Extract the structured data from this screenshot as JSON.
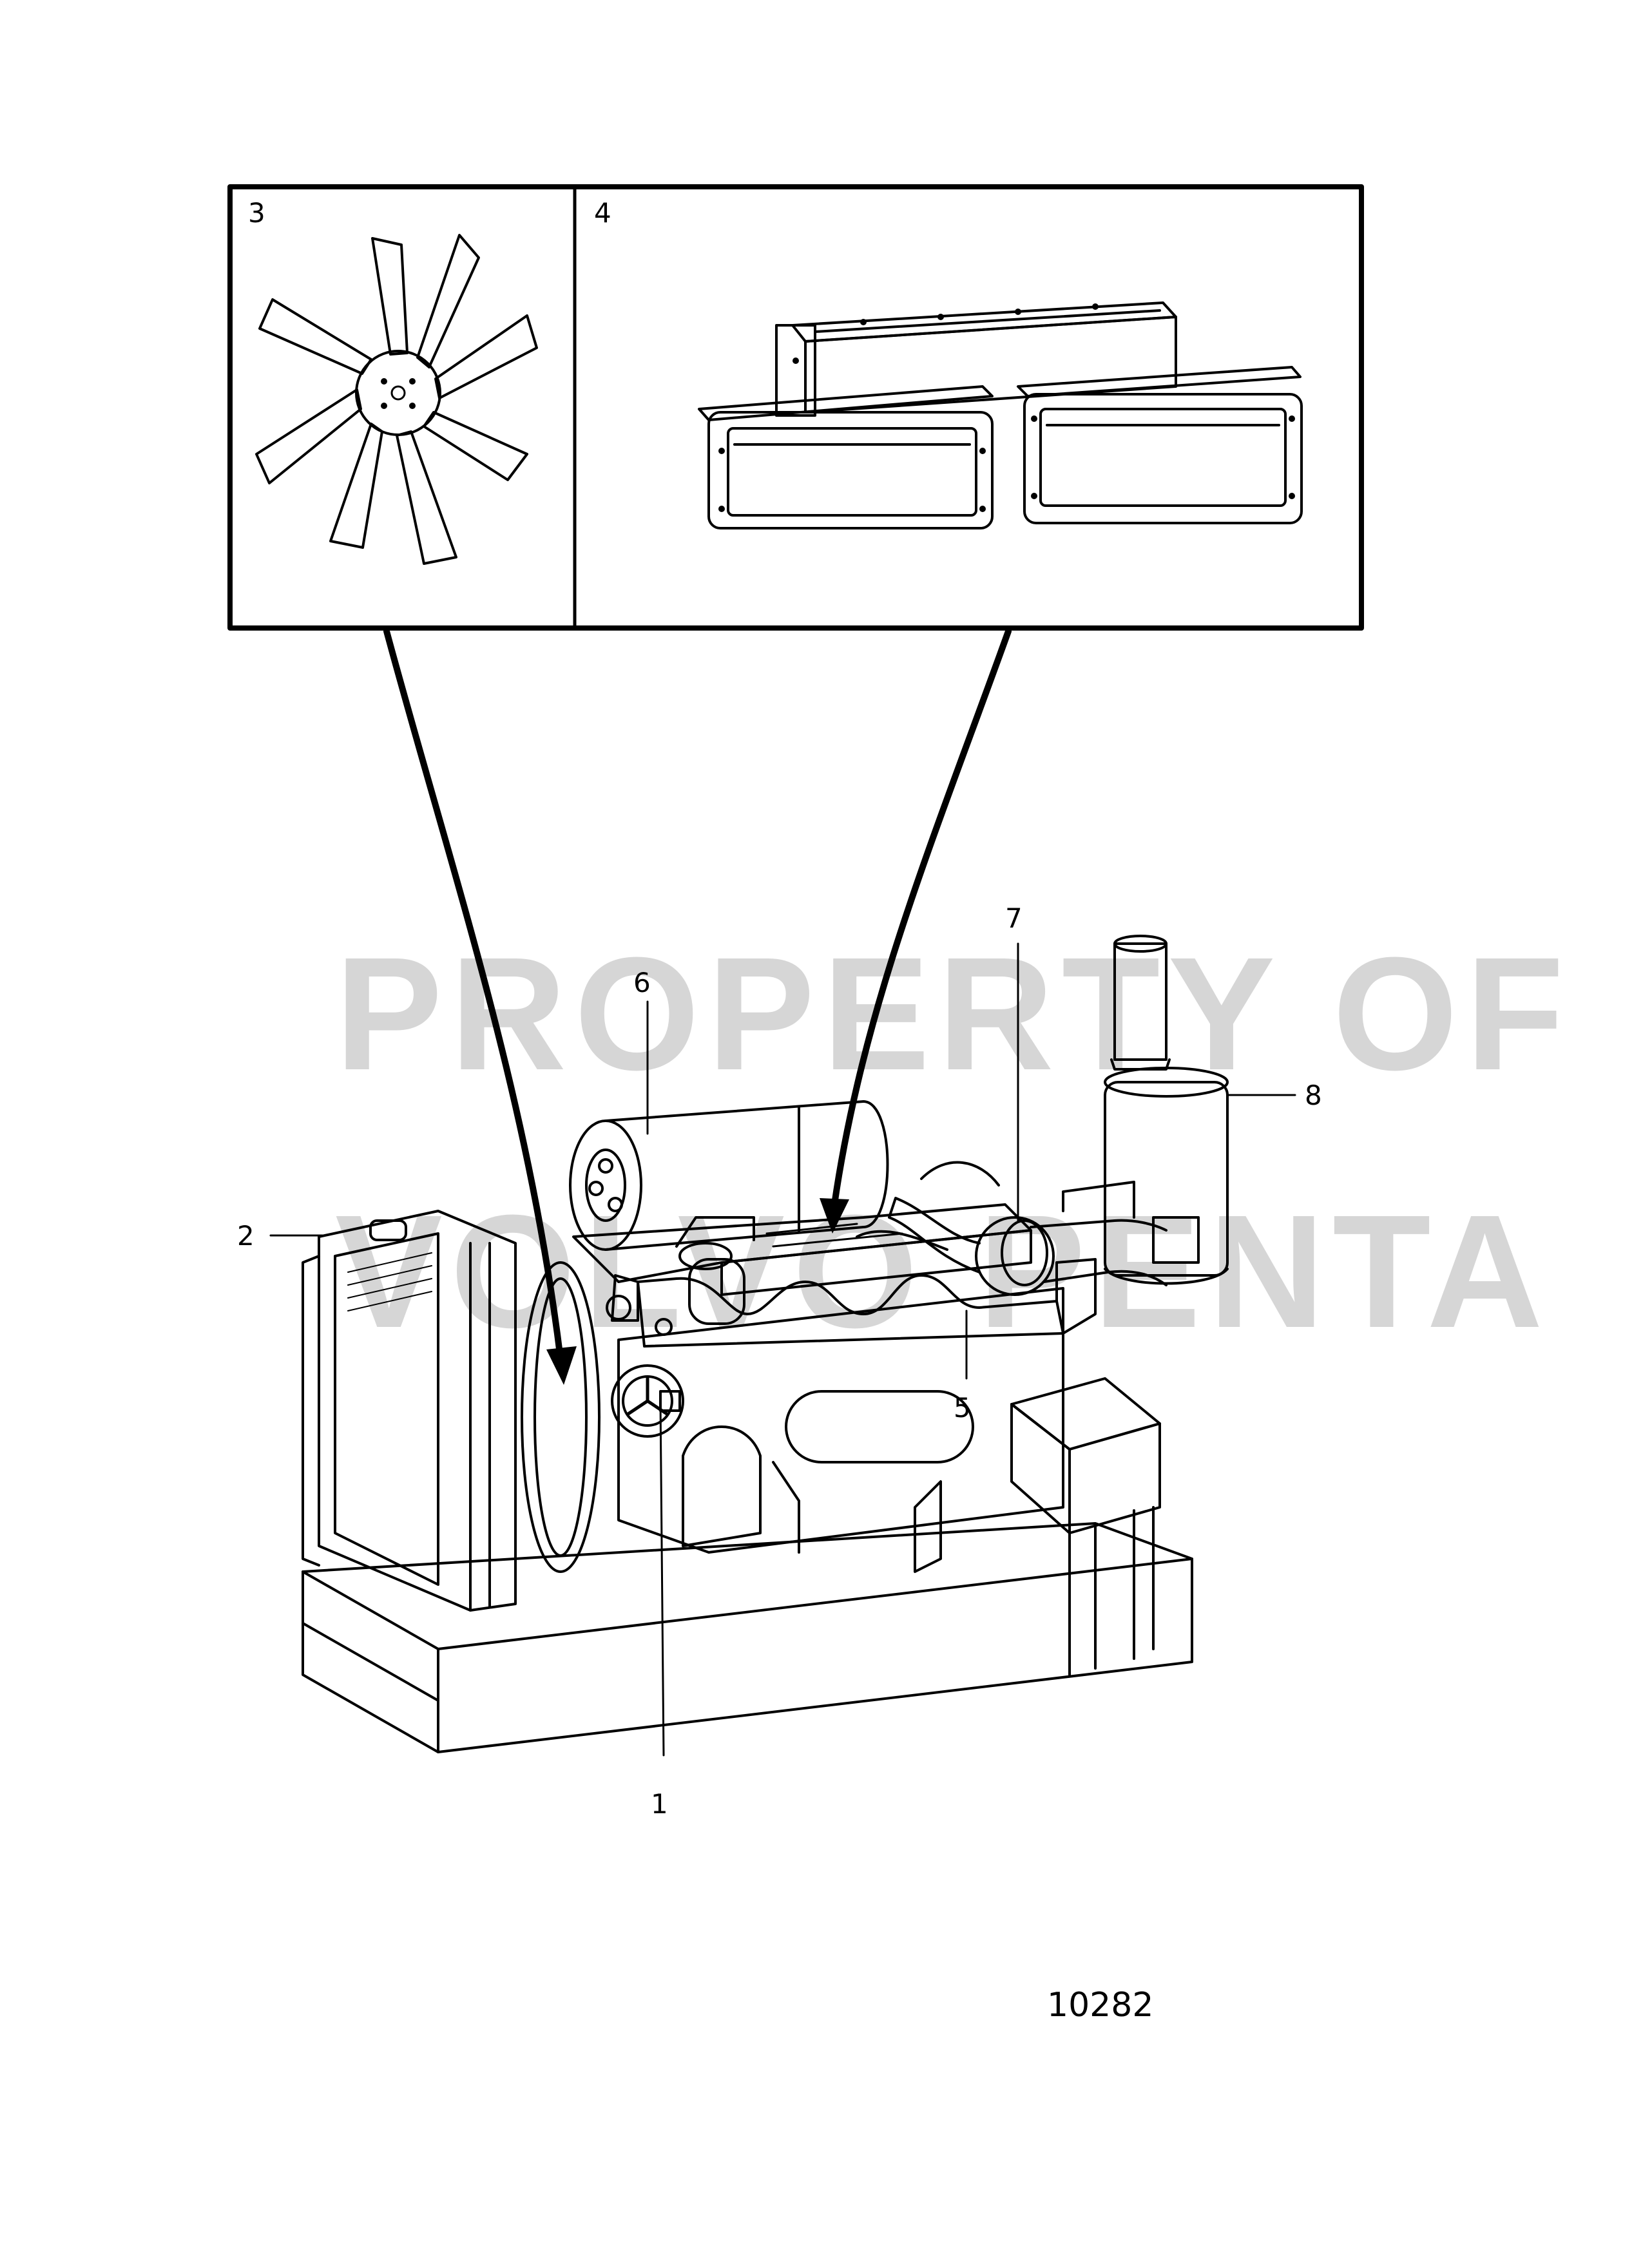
{
  "watermark": {
    "line1": "PROPERTY OF",
    "line2": "VOLVO PENTA"
  },
  "callouts": {
    "c1": "1",
    "c2": "2",
    "c3": "3",
    "c4": "4",
    "c5": "5",
    "c6": "6",
    "c7": "7",
    "c8": "8"
  },
  "figure_number": "10282"
}
